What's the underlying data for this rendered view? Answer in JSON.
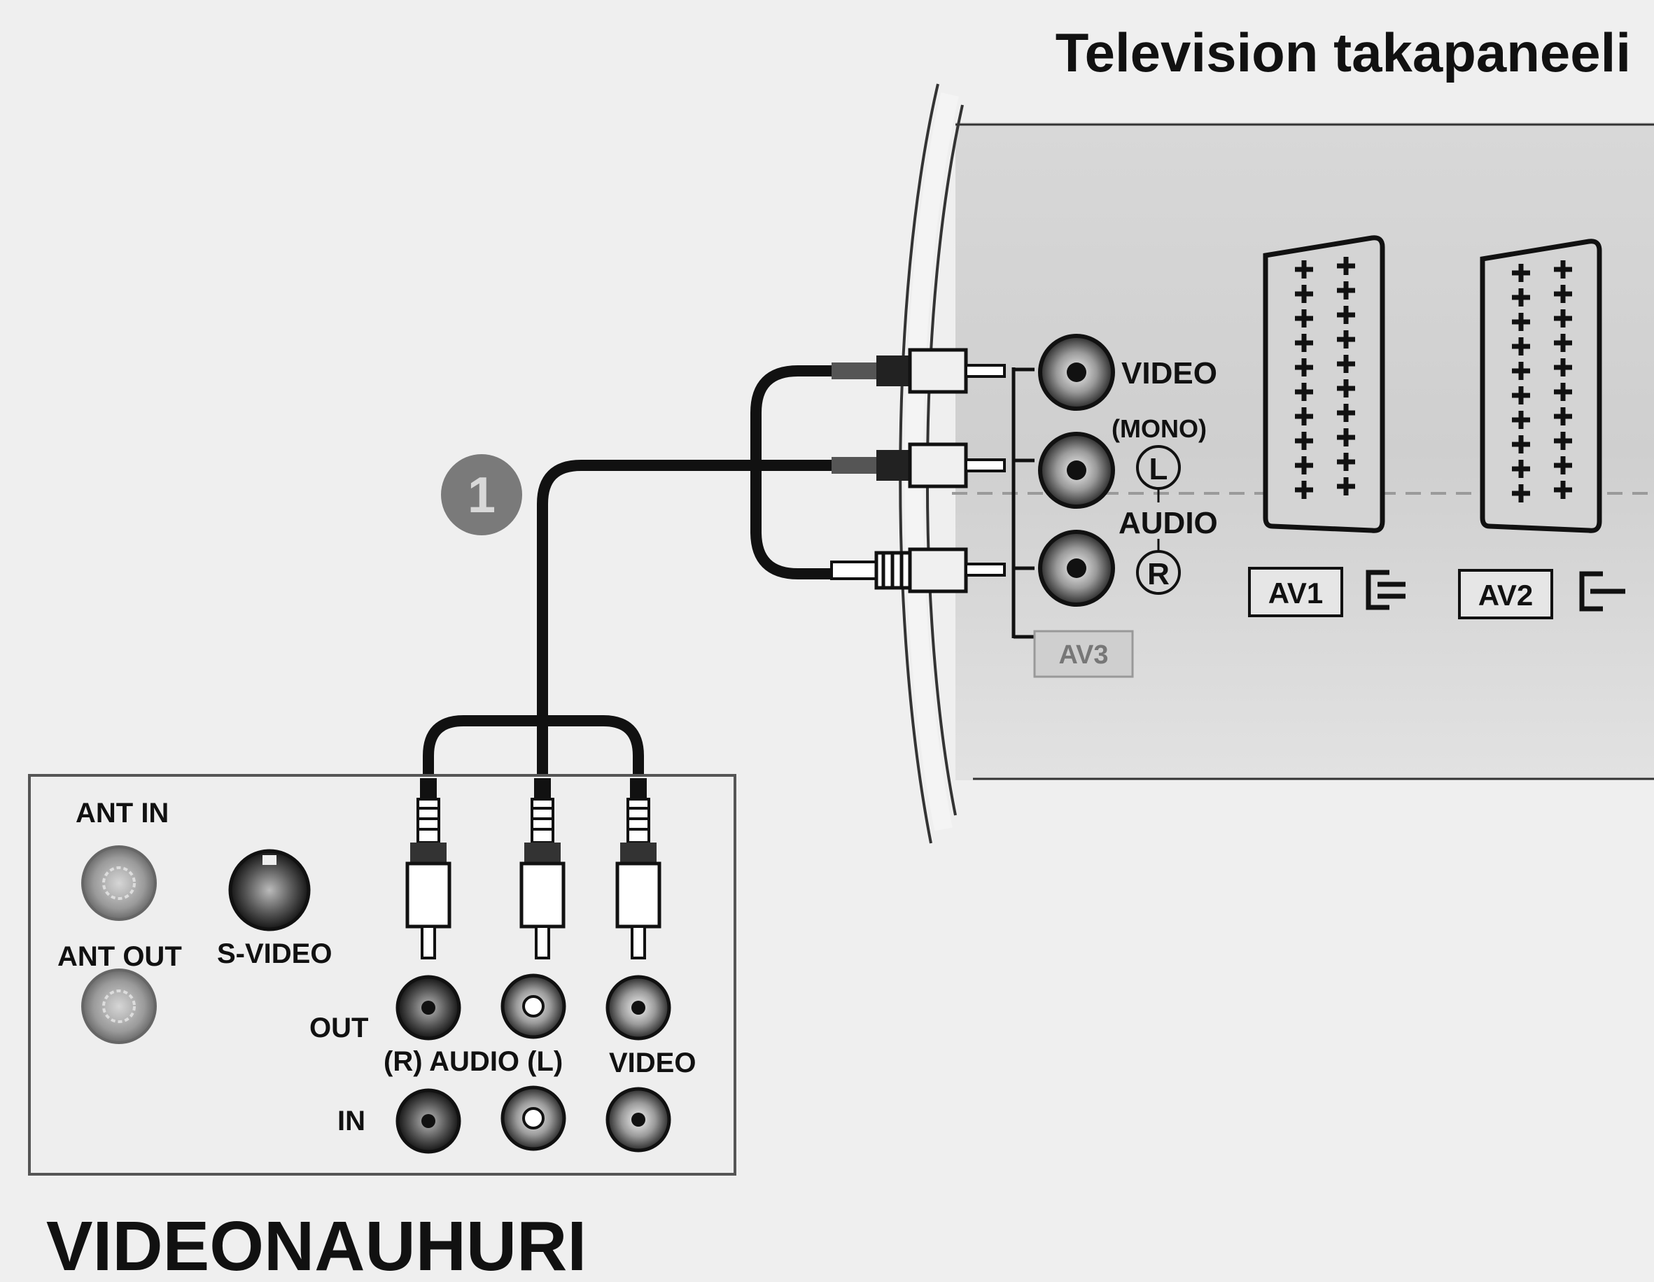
{
  "tv_panel": {
    "title": "Television takapaneeli",
    "jack_labels": {
      "video": "VIDEO",
      "mono": "(MONO)",
      "left_symbol": "L",
      "audio": "AUDIO",
      "right_symbol": "R",
      "av3": "AV3"
    },
    "scart_labels": {
      "av1": "AV1",
      "av2": "AV2"
    }
  },
  "step_marker": "1",
  "vcr": {
    "name": "VIDEONAUHURI",
    "labels": {
      "ant_in": "ANT IN",
      "ant_out": "ANT OUT",
      "s_video": "S-VIDEO",
      "out": "OUT",
      "in": "IN",
      "audio_rl": "(R) AUDIO (L)",
      "video": "VIDEO"
    }
  },
  "colors": {
    "background": "#efefef",
    "panel": "#d7d7d7",
    "cable": "#111111",
    "step_marker": "#7a7a7a"
  }
}
